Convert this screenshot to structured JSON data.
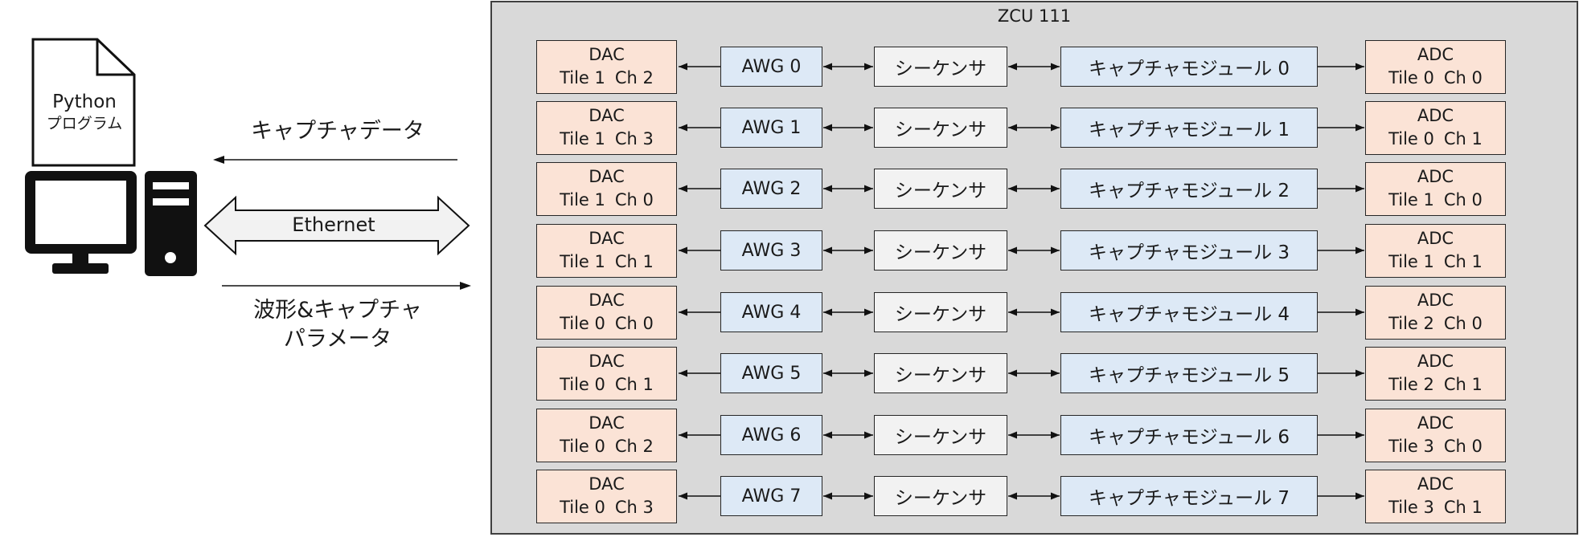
{
  "pc": {
    "doc_title": "Python",
    "doc_subtitle": "プログラム"
  },
  "links": {
    "capture_data": "キャプチャデータ",
    "ethernet": "Ethernet",
    "params_line1": "波形&キャプチャ",
    "params_line2": "パラメータ"
  },
  "board": {
    "title": "ZCU 111"
  },
  "rows": [
    {
      "dac_name": "DAC",
      "dac_tile": "Tile 1",
      "dac_ch": "Ch 2",
      "awg": "AWG 0",
      "seq": "シーケンサ",
      "cap": "キャプチャモジュール 0",
      "adc_name": "ADC",
      "adc_tile": "Tile 0",
      "adc_ch": "Ch 0"
    },
    {
      "dac_name": "DAC",
      "dac_tile": "Tile 1",
      "dac_ch": "Ch 3",
      "awg": "AWG 1",
      "seq": "シーケンサ",
      "cap": "キャプチャモジュール 1",
      "adc_name": "ADC",
      "adc_tile": "Tile 0",
      "adc_ch": "Ch 1"
    },
    {
      "dac_name": "DAC",
      "dac_tile": "Tile 1",
      "dac_ch": "Ch 0",
      "awg": "AWG 2",
      "seq": "シーケンサ",
      "cap": "キャプチャモジュール 2",
      "adc_name": "ADC",
      "adc_tile": "Tile 1",
      "adc_ch": "Ch 0"
    },
    {
      "dac_name": "DAC",
      "dac_tile": "Tile 1",
      "dac_ch": "Ch 1",
      "awg": "AWG 3",
      "seq": "シーケンサ",
      "cap": "キャプチャモジュール 3",
      "adc_name": "ADC",
      "adc_tile": "Tile 1",
      "adc_ch": "Ch 1"
    },
    {
      "dac_name": "DAC",
      "dac_tile": "Tile 0",
      "dac_ch": "Ch 0",
      "awg": "AWG 4",
      "seq": "シーケンサ",
      "cap": "キャプチャモジュール 4",
      "adc_name": "ADC",
      "adc_tile": "Tile 2",
      "adc_ch": "Ch 0"
    },
    {
      "dac_name": "DAC",
      "dac_tile": "Tile 0",
      "dac_ch": "Ch 1",
      "awg": "AWG 5",
      "seq": "シーケンサ",
      "cap": "キャプチャモジュール 5",
      "adc_name": "ADC",
      "adc_tile": "Tile 2",
      "adc_ch": "Ch 1"
    },
    {
      "dac_name": "DAC",
      "dac_tile": "Tile 0",
      "dac_ch": "Ch 2",
      "awg": "AWG 6",
      "seq": "シーケンサ",
      "cap": "キャプチャモジュール 6",
      "adc_name": "ADC",
      "adc_tile": "Tile 3",
      "adc_ch": "Ch 0"
    },
    {
      "dac_name": "DAC",
      "dac_tile": "Tile 0",
      "dac_ch": "Ch 3",
      "awg": "AWG 7",
      "seq": "シーケンサ",
      "cap": "キャプチャモジュール 7",
      "adc_name": "ADC",
      "adc_tile": "Tile 3",
      "adc_ch": "Ch 1"
    }
  ],
  "colors": {
    "board_bg": "#d9d9d9",
    "dac_adc_fill": "#fbe3d6",
    "awg_capture_fill": "#dde9f6",
    "sequencer_fill": "#f2f2f2",
    "line": "#262626"
  },
  "icons": [
    "document-icon",
    "monitor-icon",
    "tower-pc-icon",
    "double-arrow-icon"
  ]
}
